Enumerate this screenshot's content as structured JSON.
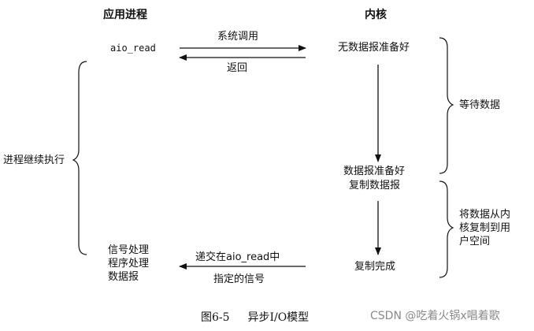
{
  "headers": {
    "app": "应用进程",
    "kernel": "内核"
  },
  "app_side": {
    "aio_read": "aio_read",
    "continue": "进程继续执行",
    "signal_handler_lines": [
      "信号处理",
      "程序处理",
      "数据报"
    ]
  },
  "messages": {
    "syscall": "系统调用",
    "return": "返回",
    "deliver": "递交在aio_read中",
    "signal": "指定的信号"
  },
  "kernel_side": {
    "no_data": "无数据报准备好",
    "data_ready": "数据报准备好",
    "copy": "复制数据报",
    "copy_done": "复制完成"
  },
  "phases": {
    "wait": "等待数据",
    "copy_lines": [
      "将数据从内",
      "核复制到用",
      "户空间"
    ]
  },
  "caption": {
    "figure": "图6-5",
    "title": "异步I/O模型"
  },
  "watermark": "CSDN @吃着火锅x唱着歌"
}
